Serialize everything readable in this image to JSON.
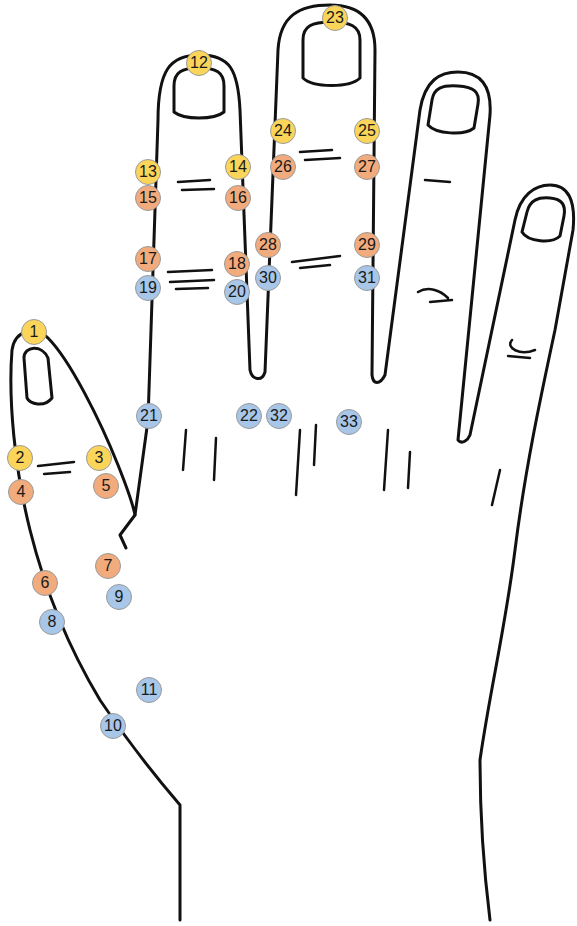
{
  "diagram": {
    "nodes": [
      {
        "text": [
          "1"
        ]
      },
      {
        "text": [
          "2"
        ]
      },
      {
        "text": [
          "3"
        ]
      },
      {
        "text": [
          "4"
        ]
      },
      {
        "text": [
          "5"
        ]
      },
      {
        "text": [
          "6"
        ]
      },
      {
        "text": [
          "7"
        ]
      },
      {
        "text": [
          "8"
        ]
      },
      {
        "text": [
          "9"
        ]
      },
      {
        "text": [
          "10"
        ]
      },
      {
        "text": [
          "11"
        ]
      },
      {
        "text": [
          "12"
        ]
      },
      {
        "text": [
          "13"
        ]
      },
      {
        "text": [
          "14"
        ]
      },
      {
        "text": [
          "15"
        ]
      },
      {
        "text": [
          "16"
        ]
      },
      {
        "text": [
          "17"
        ]
      },
      {
        "text": [
          "18"
        ]
      },
      {
        "text": [
          "19"
        ]
      },
      {
        "text": [
          "20"
        ]
      },
      {
        "text": [
          "21"
        ]
      },
      {
        "text": [
          "22"
        ]
      },
      {
        "text": [
          "23"
        ]
      },
      {
        "text": [
          "24"
        ]
      },
      {
        "text": [
          "25"
        ]
      },
      {
        "text": [
          "26"
        ]
      },
      {
        "text": [
          "27"
        ]
      },
      {
        "text": [
          "28"
        ]
      },
      {
        "text": [
          "29"
        ]
      },
      {
        "text": [
          "30"
        ]
      },
      {
        "text": [
          "31"
        ]
      },
      {
        "text": [
          "32"
        ]
      },
      {
        "text": [
          "33"
        ]
      }
    ]
  }
}
